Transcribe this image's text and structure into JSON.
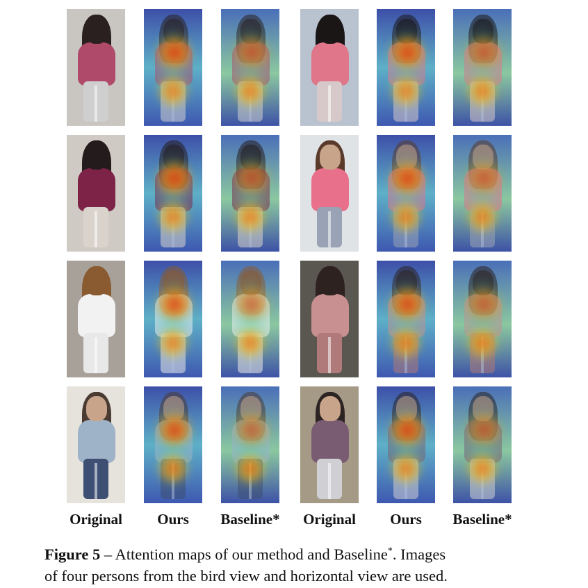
{
  "figure": {
    "column_labels": [
      "Original",
      "Ours",
      "Baseline*",
      "Original",
      "Ours",
      "Baseline*"
    ],
    "caption_number": "Figure 5",
    "caption_dash": " – ",
    "caption_line1": "Attention maps of our method and Baseline",
    "caption_star": "*",
    "caption_line1_end": ". Images",
    "caption_line2": "of four persons from the bird view and horizontal view are used.",
    "column_kinds": [
      "original",
      "ours",
      "baseline",
      "original",
      "ours",
      "baseline"
    ],
    "rows": [
      {
        "left_person": {
          "hair": "#2a2020",
          "top": "#b04a6a",
          "bottom": "#cfcfcf",
          "bg": "#c9c6c2",
          "view": "bird"
        },
        "right_person": {
          "hair": "#1b1616",
          "top": "#e0768a",
          "bottom": "#d7c9c9",
          "bg": "#b9c2cf",
          "view": "bird"
        }
      },
      {
        "left_person": {
          "hair": "#241c1c",
          "top": "#7d2347",
          "bottom": "#d9d3cc",
          "bg": "#cfcac4",
          "view": "bird"
        },
        "right_person": {
          "hair": "#5a3a2a",
          "top": "#e8708a",
          "bottom": "#9aa3b6",
          "bg": "#dfe3e6",
          "view": "horizontal"
        }
      },
      {
        "left_person": {
          "hair": "#8a5a30",
          "top": "#f2f2f2",
          "bottom": "#e8e8e8",
          "bg": "#a7a19a",
          "view": "bird"
        },
        "right_person": {
          "hair": "#2e2220",
          "top": "#c89090",
          "bottom": "#b07a7a",
          "bg": "#5a5650",
          "view": "bird"
        }
      },
      {
        "left_person": {
          "hair": "#4a3b32",
          "top": "#9fb3c8",
          "bottom": "#3d4f73",
          "bg": "#e6e2dc",
          "view": "horizontal"
        },
        "right_person": {
          "hair": "#2b2422",
          "top": "#7a5c72",
          "bottom": "#cfcfd4",
          "bg": "#a59a86",
          "view": "horizontal"
        }
      }
    ]
  }
}
